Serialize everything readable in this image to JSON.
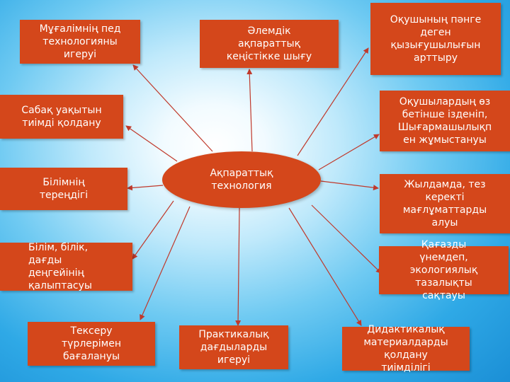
{
  "center": {
    "label": "Ақпараттық\nтехнология"
  },
  "nodes": [
    {
      "id": "n1",
      "label": "Мұғалімнің пед\nтехнологияны\nигеруі"
    },
    {
      "id": "n2",
      "label": "Әлемдік\nақпараттық\nкеңістікке шығу"
    },
    {
      "id": "n3",
      "label": "Оқушының пәнге\nдеген\nқызығушылығын\nарттыру"
    },
    {
      "id": "n4",
      "label": "Сабақ уақытын\nтиімді қолдану"
    },
    {
      "id": "n5",
      "label": "Оқушылардың өз\nбетінше ізденіп,\nШығармашылықп\nен жұмыстануы"
    },
    {
      "id": "n6",
      "label": "Білімнің\nтереңдігі"
    },
    {
      "id": "n7",
      "label": "Жылдамда, тез\nкеректі\nмағлұматтарды\nалуы"
    },
    {
      "id": "n8",
      "label": "Білім, білік,\nдағды\nдеңгейінің\nқалыптасуы"
    },
    {
      "id": "n9",
      "label": "Қағазды\nүнемдеп,\nэкологиялық\nтазалықты\nсақтауы"
    },
    {
      "id": "n10",
      "label": "Тексеру\nтүрлерімен\nбағалануы"
    },
    {
      "id": "n11",
      "label": "Практикалық\nдағдыларды\nигеруі"
    },
    {
      "id": "n12",
      "label": "Дидактикалық\nматериалдарды\nқолдану\nтиімділігі"
    }
  ]
}
